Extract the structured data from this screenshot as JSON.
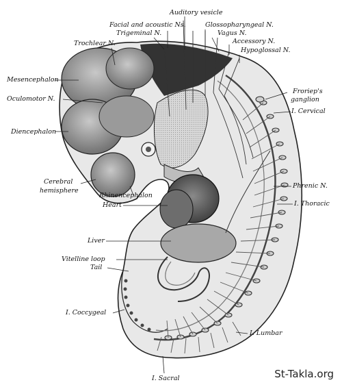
{
  "figure": {
    "labels": {
      "auditory_vesicle": "Auditory vesicle",
      "facial_acoustic": "Facial and acoustic Ns.",
      "glossopharyngeal": "Glossopharyngeal N.",
      "trigeminal": "Trigeminal N.",
      "vagus": "Vagus N.",
      "accessory": "Accessory N.",
      "trochlear": "Trochlear N.",
      "hypoglossal": "Hypoglossal N.",
      "mesencephalon": "Mesencephalon",
      "froriep": "Froriep's",
      "ganglion": "ganglion",
      "oculomotor": "Oculomotor N.",
      "cervical": "I. Cervical",
      "diencephalon": "Diencephalon",
      "cerebral": "Cerebral",
      "hemisphere": "hemisphere",
      "phrenic": "Phrenic N.",
      "thoracic": "I. Thoracic",
      "rhinencephalon": "Rhinencephalon",
      "heart": "Heart",
      "liver": "Liver",
      "vitelline": "Vitelline loop",
      "tail": "Tail",
      "coccygeal": "I. Coccygeal",
      "lumbar": "I. Lumbar",
      "sacral": "I. Sacral"
    },
    "watermark": "St-Takla.org"
  }
}
